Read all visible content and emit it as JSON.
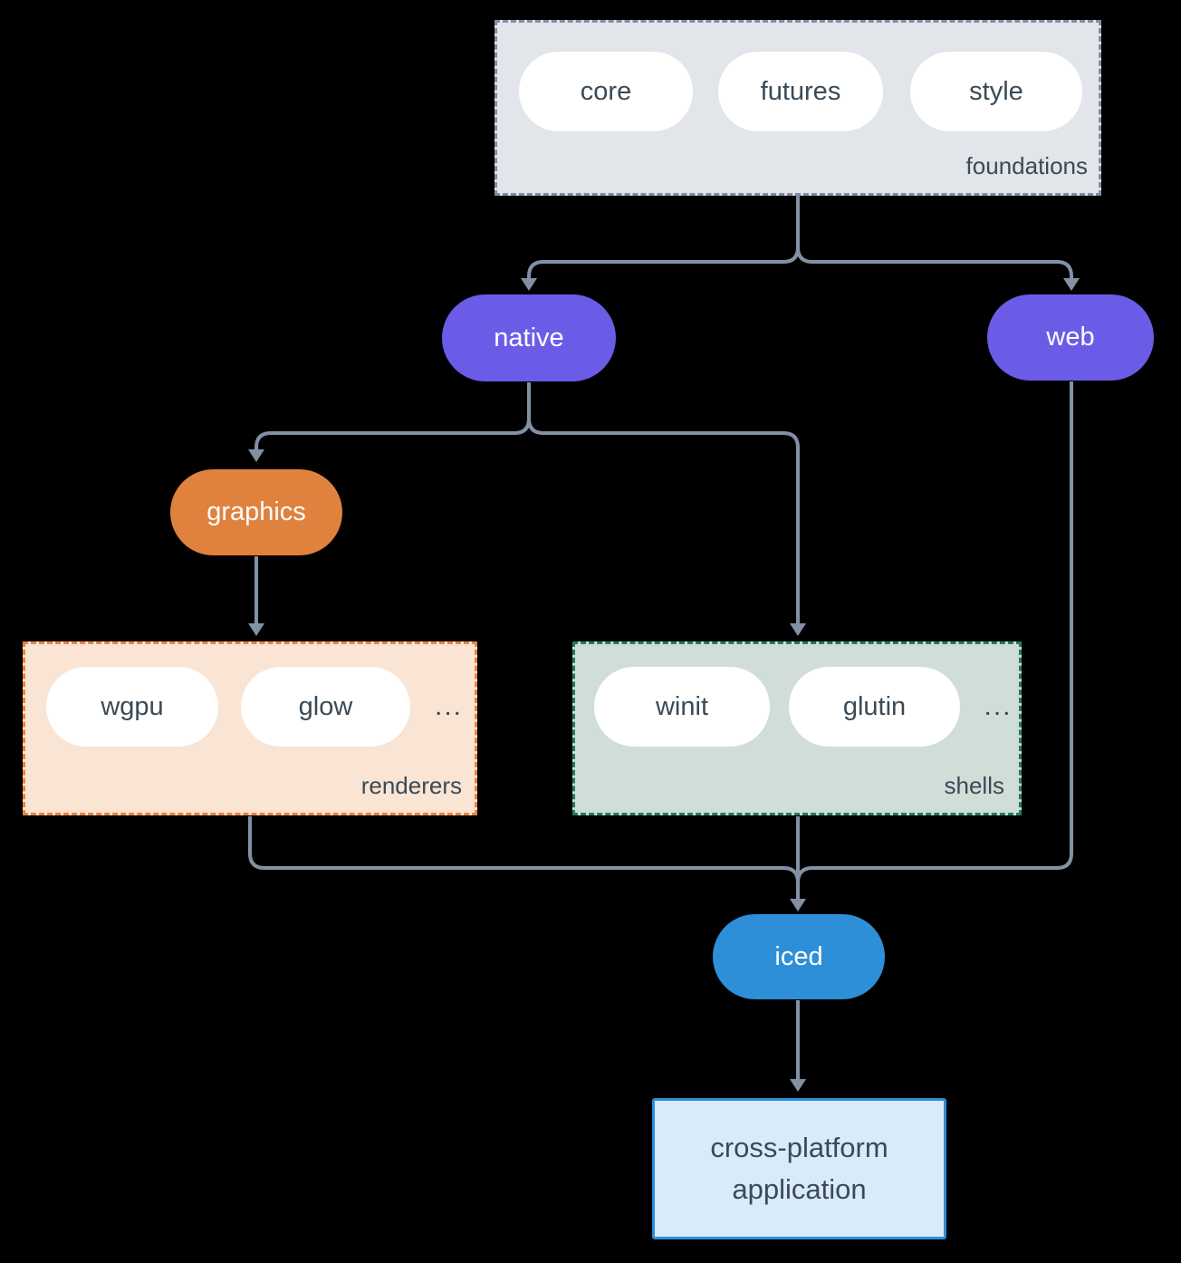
{
  "colors": {
    "line": "#8291A4",
    "foundations_fill": "#E2E5E9",
    "foundations_border": "#7D8EA3",
    "purple": "#6B5CE8",
    "orange": "#E0823D",
    "renderers_fill": "#FAE4D3",
    "renderers_border": "#E8843C",
    "shells_fill": "#D1DED8",
    "shells_border": "#217A67",
    "blue": "#2E8FD9",
    "app_fill": "#D9EAFA",
    "app_border": "#2E8FD9",
    "pill_fill": "#FFFFFF",
    "dark_text": "#3A4A56",
    "light_text": "#FFFFFF",
    "bg": "#000000"
  },
  "nodes": {
    "foundations": {
      "label": "foundations",
      "pills": [
        "core",
        "futures",
        "style"
      ]
    },
    "native": {
      "label": "native"
    },
    "web": {
      "label": "web"
    },
    "graphics": {
      "label": "graphics"
    },
    "renderers": {
      "label": "renderers",
      "pills": [
        "wgpu",
        "glow"
      ],
      "ellipsis": "..."
    },
    "shells": {
      "label": "shells",
      "pills": [
        "winit",
        "glutin"
      ],
      "ellipsis": "..."
    },
    "iced": {
      "label": "iced"
    },
    "application": {
      "label": "cross-platform application"
    }
  }
}
